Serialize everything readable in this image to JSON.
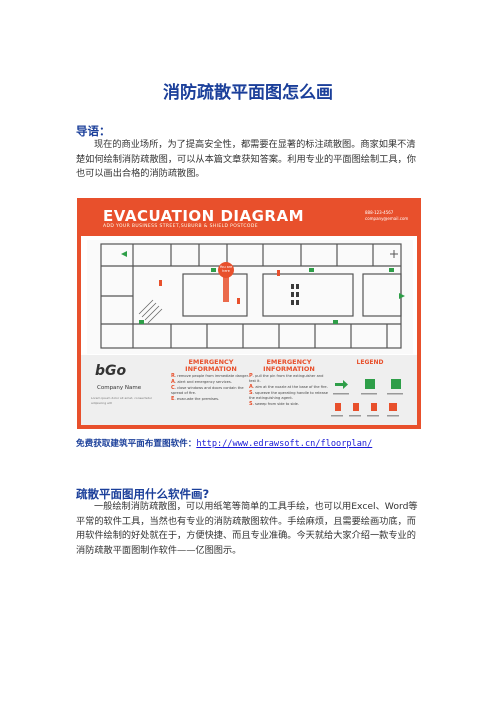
{
  "title": "消防疏散平面图怎么画",
  "intro": {
    "heading": "导语：",
    "text": "现在的商业场所，为了提高安全性，都需要在显著的标注疏散图。商家如果不清楚如何绘制消防疏散图，可以从本篇文章获知答案。利用专业的平面图绘制工具，你也可以画出合格的消防疏散图。"
  },
  "diagram": {
    "title": "EVACUATION DIAGRAM",
    "subtitle": "ADD YOUR BUSINESS STREET,SUBURB & SHIELD POSTCODE",
    "contact_1": "888-123-4567",
    "contact_2": "company@email.com",
    "you_are_here": "You are here",
    "logo": "bGo",
    "company": "Company Name",
    "company_sub": "Lorem ipsum dolor sit amet, consectetur adipiscing elit",
    "emergency_1": {
      "title": "EMERGENCY INFORMATION",
      "items": [
        {
          "letter": "R",
          "text": "- remove people from immediate danger."
        },
        {
          "letter": "A",
          "text": "- alert and emergency services."
        },
        {
          "letter": "C",
          "text": "- close windows and doors contain the spread of fire."
        },
        {
          "letter": "E",
          "text": "- evacuate the premises."
        }
      ]
    },
    "emergency_2": {
      "title": "EMERGENCY INFORMATION",
      "items": [
        {
          "letter": "P",
          "text": "- pull the pin from the extinguisher and test it."
        },
        {
          "letter": "A",
          "text": "- aim at the nozzle at the base of the fire."
        },
        {
          "letter": "S",
          "text": "- squeeze the operating handle to release the extinguishing agent."
        },
        {
          "letter": "S",
          "text": "- sweep from side to side."
        }
      ]
    },
    "legend_title": "LEGEND",
    "accent": "#e8502c",
    "exit_green": "#2e9e48"
  },
  "download": {
    "label": "免费获取建筑平面布置图软件：",
    "url": "http://www.edrawsoft.cn/floorplan/"
  },
  "section2": {
    "heading": "疏散平面图用什么软件画?",
    "text_pre": "一般绘制消防疏散图，可以用纸笔等简单的工具手绘，也可以用",
    "text_excel": "Excel",
    "text_sep": "、",
    "text_word": "Word",
    "text_post": "等平常的软件工具，当然也有专业的消防疏散图软件。手绘麻烦，且需要绘画功底，而用软件绘制的好处就在于，方便快捷、而且专业准确。今天就给大家介绍一款专业的消防疏散平面图制作软件——亿图图示。"
  }
}
